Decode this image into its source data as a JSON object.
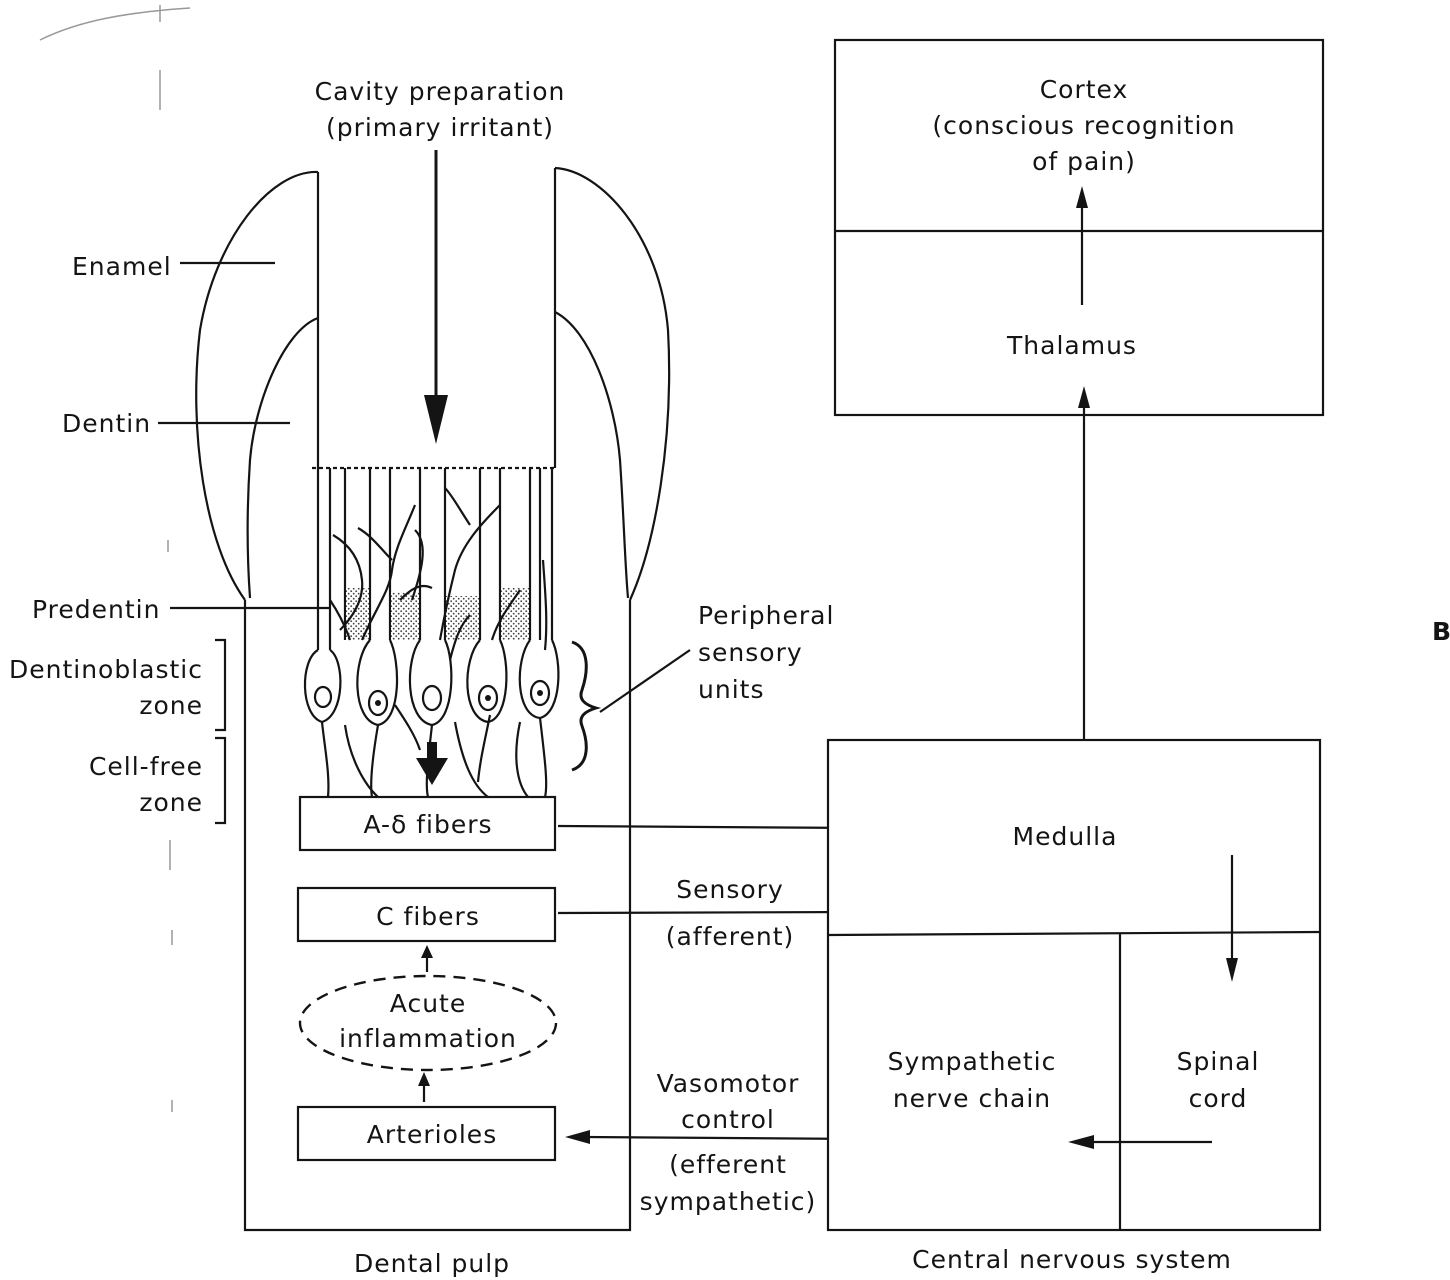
{
  "labels": {
    "cavity_line1": "Cavity preparation",
    "cavity_line2": "(primary irritant)",
    "enamel": "Enamel",
    "dentin": "Dentin",
    "predentin": "Predentin",
    "dentinoblastic_line1": "Dentinoblastic",
    "dentinoblastic_line2": "zone",
    "cellfree_line1": "Cell-free",
    "cellfree_line2": "zone",
    "peripheral_line1": "Peripheral",
    "peripheral_line2": "sensory",
    "peripheral_line3": "units",
    "a_delta": "A-δ fibers",
    "c_fibers": "C fibers",
    "acute_line1": "Acute",
    "acute_line2": "inflammation",
    "arterioles": "Arterioles",
    "dental_pulp": "Dental pulp",
    "sensory_line1": "Sensory",
    "sensory_line2": "(afferent)",
    "vasomotor_line1": "Vasomotor",
    "vasomotor_line2": "control",
    "vasomotor_line3": "(efferent",
    "vasomotor_line4": "sympathetic)",
    "cortex_line1": "Cortex",
    "cortex_line2": "(conscious recognition",
    "cortex_line3": "of pain)",
    "thalamus": "Thalamus",
    "medulla": "Medulla",
    "sympathetic_line1": "Sympathetic",
    "sympathetic_line2": "nerve chain",
    "spinal_line1": "Spinal",
    "spinal_line2": "cord",
    "cns": "Central nervous system",
    "panel_letter": "B"
  }
}
